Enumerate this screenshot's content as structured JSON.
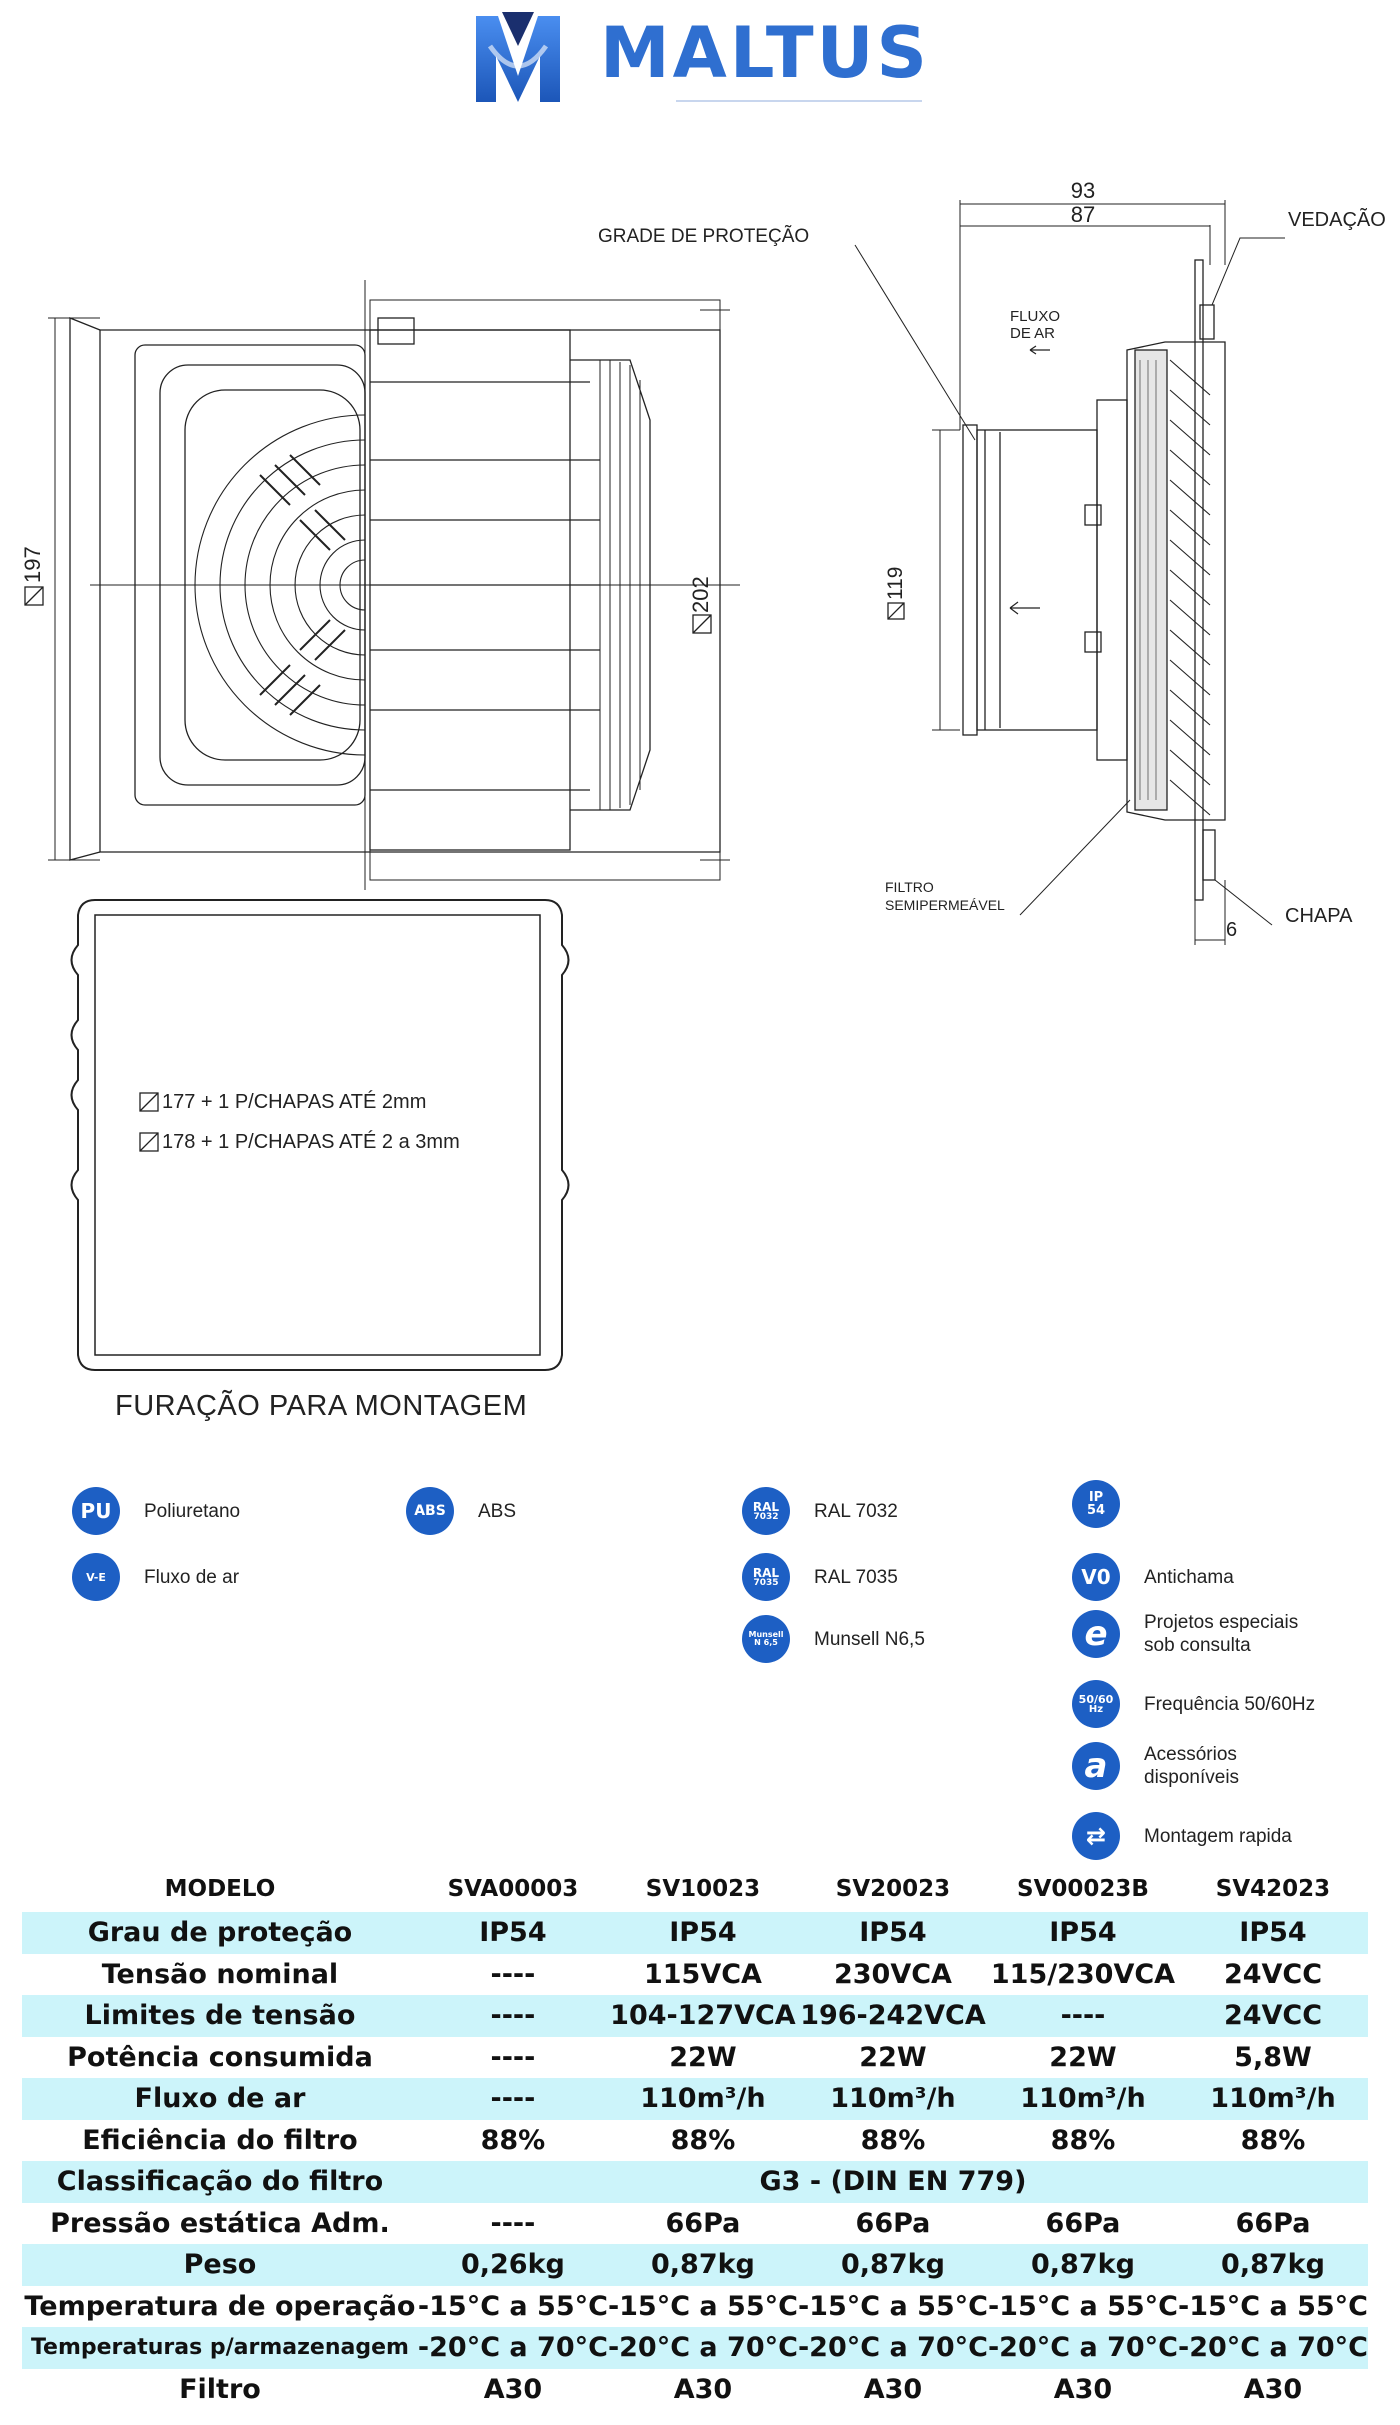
{
  "header": {
    "brand": "MALTUS",
    "colors": {
      "brand_blue": "#2f6fd0",
      "icon_blue": "#1d5fc4",
      "row_shade": "#ccf4fa"
    }
  },
  "side_view": {
    "dim_93": "93",
    "dim_87": "87",
    "label_grade": "GRADE DE PROTEÇÃO",
    "label_vedacao": "VEDAÇÃO",
    "label_fluxo_1": "FLUXO",
    "label_fluxo_2": "DE AR",
    "dim_119": "119",
    "label_filtro_1": "FILTRO",
    "label_filtro_2": "SEMIPERMEÁVEL",
    "label_chapa": "CHAPA",
    "dim_6": "6"
  },
  "front_view": {
    "dim_197": "197",
    "dim_202": "202"
  },
  "mounting": {
    "note_1": "177 + 1 P/CHAPAS ATÉ 2mm",
    "note_2": "178 + 1 P/CHAPAS ATÉ 2 a 3mm",
    "caption": "FURAÇÃO PARA MONTAGEM"
  },
  "legend": [
    {
      "icon": "PU",
      "icon_name": "pu-icon",
      "text": "Poliuretano"
    },
    {
      "icon": "ABS",
      "icon_name": "abs-icon",
      "text": "ABS"
    },
    {
      "icon_l1": "RAL",
      "icon_l2": "7032",
      "icon_name": "ral-7032-icon",
      "text": "RAL 7032"
    },
    {
      "icon_l1": "IP",
      "icon_l2": "54",
      "icon_name": "ip54-icon",
      "text": ""
    },
    {
      "icon": "V-E",
      "icon_name": "airflow-direction-icon",
      "text": "Fluxo de ar"
    },
    {
      "icon_l1": "RAL",
      "icon_l2": "7035",
      "icon_name": "ral-7035-icon",
      "text": "RAL 7035"
    },
    {
      "icon": "V0",
      "icon_name": "flame-retardant-icon",
      "text": "Antichama"
    },
    {
      "icon_l1": "Munsell",
      "icon_l2": "N 6,5",
      "icon_name": "munsell-icon",
      "text": "Munsell N6,5"
    },
    {
      "icon": "e",
      "icon_name": "special-projects-icon",
      "text_l1": "Projetos especiais",
      "text_l2": "sob consulta"
    },
    {
      "icon_l1": "50/60",
      "icon_l2": "Hz",
      "icon_name": "frequency-icon",
      "text": "Frequência 50/60Hz"
    },
    {
      "icon": "a",
      "icon_name": "accessories-icon",
      "text_l1": "Acessórios",
      "text_l2": "disponíveis"
    },
    {
      "icon": "⇄",
      "icon_name": "quick-mount-icon",
      "text": "Montagem rapida"
    }
  ],
  "table": {
    "header": [
      "MODELO",
      "SVA00003",
      "SV10023",
      "SV20023",
      "SV00023B",
      "SV42023"
    ],
    "rows": [
      {
        "label": "Grau de proteção",
        "values": [
          "IP54",
          "IP54",
          "IP54",
          "IP54",
          "IP54"
        ]
      },
      {
        "label": "Tensão nominal",
        "values": [
          "----",
          "115VCA",
          "230VCA",
          "115/230VCA",
          "24VCC"
        ]
      },
      {
        "label": "Limites de tensão",
        "values": [
          "----",
          "104-127VCA",
          "196-242VCA",
          "----",
          "24VCC"
        ]
      },
      {
        "label": "Potência consumida",
        "values": [
          "----",
          "22W",
          "22W",
          "22W",
          "5,8W"
        ]
      },
      {
        "label": "Fluxo de ar",
        "values": [
          "----",
          "110m³/h",
          "110m³/h",
          "110m³/h",
          "110m³/h"
        ]
      },
      {
        "label": "Eficiência do filtro",
        "values": [
          "88%",
          "88%",
          "88%",
          "88%",
          "88%"
        ]
      },
      {
        "label": "Classificação do filtro",
        "merged": "G3 - (DIN EN 779)"
      },
      {
        "label": "Pressão estática Adm.",
        "values": [
          "----",
          "66Pa",
          "66Pa",
          "66Pa",
          "66Pa"
        ]
      },
      {
        "label": "Peso",
        "values": [
          "0,26kg",
          "0,87kg",
          "0,87kg",
          "0,87kg",
          "0,87kg"
        ]
      },
      {
        "label": "Temperatura de operação",
        "values": [
          "-15°C a 55°C",
          "-15°C a 55°C",
          "-15°C a 55°C",
          "-15°C a 55°C",
          "-15°C a 55°C"
        ]
      },
      {
        "label": "Temperaturas p/armazenagem",
        "values": [
          "-20°C a 70°C",
          "-20°C a 70°C",
          "-20°C a 70°C",
          "-20°C a 70°C",
          "-20°C a 70°C"
        ]
      },
      {
        "label": "Filtro",
        "values": [
          "A30",
          "A30",
          "A30",
          "A30",
          "A30"
        ]
      }
    ]
  }
}
